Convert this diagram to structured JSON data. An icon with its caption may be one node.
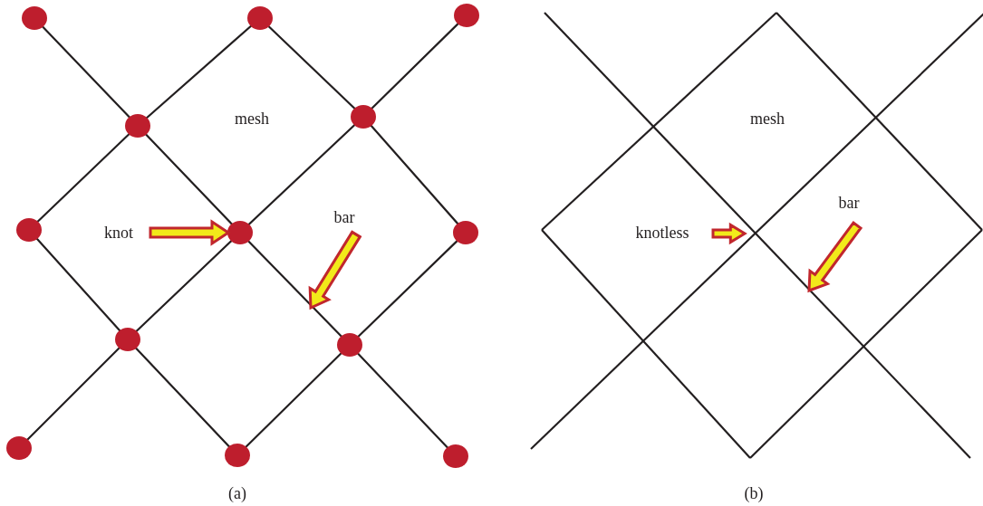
{
  "diagram": {
    "nodes": [
      {
        "text": [
          "knot"
        ]
      },
      {
        "text": [],
        "shape": "circle"
      },
      {
        "text": [
          "bar"
        ]
      },
      {
        "text": [
          "knotless"
        ]
      },
      {
        "text": [
          "bar"
        ]
      }
    ],
    "edges": [
      {
        "from": 0,
        "to": 1,
        "arrow": "to"
      },
      {
        "from": 2,
        "to": null,
        "arrow": "to"
      },
      {
        "from": 3,
        "to": null,
        "arrow": "to"
      },
      {
        "from": 4,
        "to": null,
        "arrow": "to"
      }
    ],
    "labels": [
      "mesh",
      "(a)",
      "mesh",
      "(b)"
    ]
  }
}
